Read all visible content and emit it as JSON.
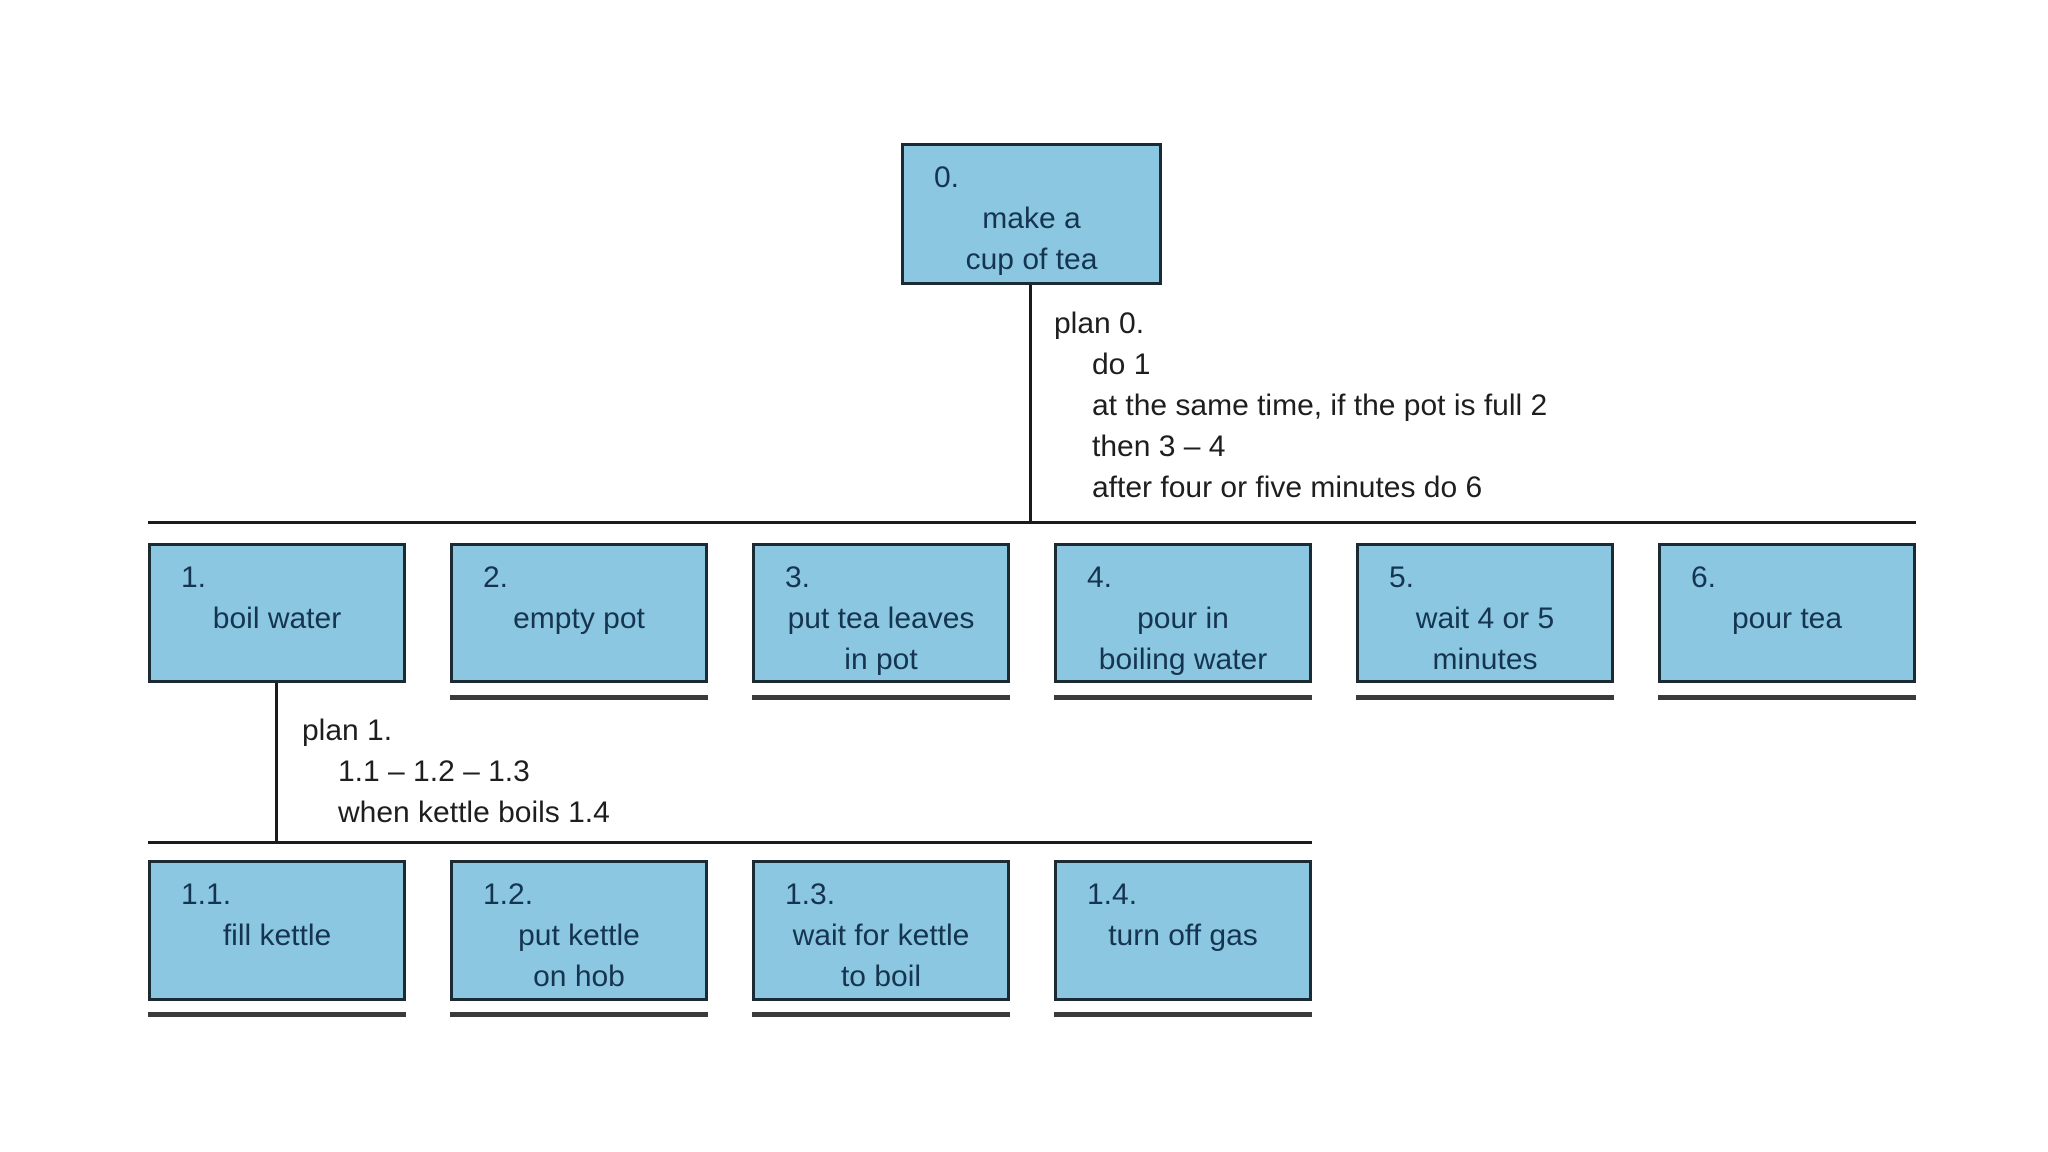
{
  "diagram_type": "hierarchical-task-analysis",
  "colors": {
    "box_fill": "#8bc7e1",
    "box_border": "#1c2a33",
    "box_text": "#153450",
    "connector_line": "#1b1b1b",
    "terminal_underline": "#3b3b3b",
    "background": "#ffffff"
  },
  "root": {
    "num": "0.",
    "lines": [
      "make a",
      "cup of tea"
    ]
  },
  "plan0": {
    "title": "plan 0.",
    "steps": [
      "do 1",
      "at the same time, if the pot is full 2",
      "then 3 – 4",
      "after four or five minutes do 6"
    ]
  },
  "plan1": {
    "title": "plan 1.",
    "steps": [
      "1.1 – 1.2 – 1.3",
      "when kettle boils 1.4"
    ]
  },
  "level1": [
    {
      "num": "1.",
      "lines": [
        "boil water"
      ]
    },
    {
      "num": "2.",
      "lines": [
        "empty pot"
      ]
    },
    {
      "num": "3.",
      "lines": [
        "put tea leaves",
        "in pot"
      ]
    },
    {
      "num": "4.",
      "lines": [
        "pour in",
        "boiling water"
      ]
    },
    {
      "num": "5.",
      "lines": [
        "wait 4 or 5",
        "minutes"
      ]
    },
    {
      "num": "6.",
      "lines": [
        "pour tea"
      ]
    }
  ],
  "level2": [
    {
      "num": "1.1.",
      "lines": [
        "fill kettle"
      ]
    },
    {
      "num": "1.2.",
      "lines": [
        "put kettle",
        "on hob"
      ]
    },
    {
      "num": "1.3.",
      "lines": [
        "wait for kettle",
        "to boil"
      ]
    },
    {
      "num": "1.4.",
      "lines": [
        "turn off gas"
      ]
    }
  ]
}
